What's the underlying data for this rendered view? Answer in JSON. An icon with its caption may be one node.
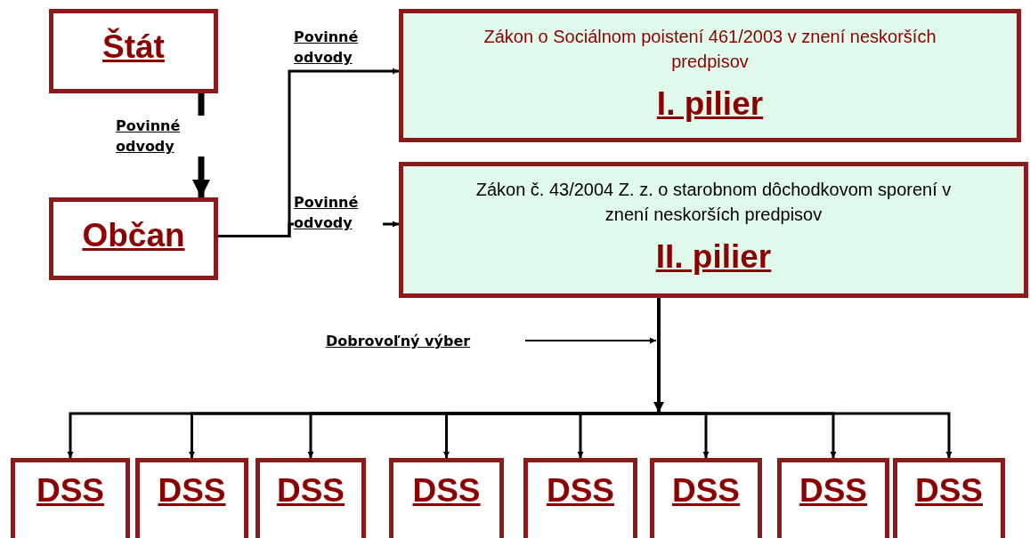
{
  "diagram": {
    "nodes": [
      {
        "text": [
          "Štát"
        ]
      },
      {
        "text": [
          "Občan"
        ]
      },
      {
        "text": [
          "Zákon o Sociálnom poistení 461/2003 v znení neskorších predpisov",
          "I. pilier"
        ]
      },
      {
        "text": [
          "Zákon č. 43/2004 Z. z. o starobnom dôchodkovom sporení v znení neskorších predpisov",
          "II. pilier"
        ]
      },
      {
        "text": [
          "DSS"
        ]
      },
      {
        "text": [
          "DSS"
        ]
      },
      {
        "text": [
          "DSS"
        ]
      },
      {
        "text": [
          "DSS"
        ]
      },
      {
        "text": [
          "DSS"
        ]
      },
      {
        "text": [
          "DSS"
        ]
      },
      {
        "text": [
          "DSS"
        ]
      },
      {
        "text": [
          "DSS"
        ]
      }
    ],
    "edges": [
      {
        "from": 0,
        "to": 1,
        "arrow": "to",
        "label": "Povinné odvody",
        "style": "thick"
      },
      {
        "from": 1,
        "to": 2,
        "arrow": "to",
        "label": "Povinné odvody"
      },
      {
        "from": 1,
        "to": 3,
        "arrow": "to",
        "label": "Povinné odvody"
      },
      {
        "from": 3,
        "to": 4,
        "arrow": "to"
      },
      {
        "from": 3,
        "to": 5,
        "arrow": "to"
      },
      {
        "from": 3,
        "to": 6,
        "arrow": "to"
      },
      {
        "from": 3,
        "to": 7,
        "arrow": "to"
      },
      {
        "from": 3,
        "to": 8,
        "arrow": "to"
      },
      {
        "from": 3,
        "to": 9,
        "arrow": "to"
      },
      {
        "from": 3,
        "to": 10,
        "arrow": "to"
      },
      {
        "from": 3,
        "to": 11,
        "arrow": "to"
      }
    ],
    "labels": [
      "Dobrovoľný výber"
    ]
  }
}
